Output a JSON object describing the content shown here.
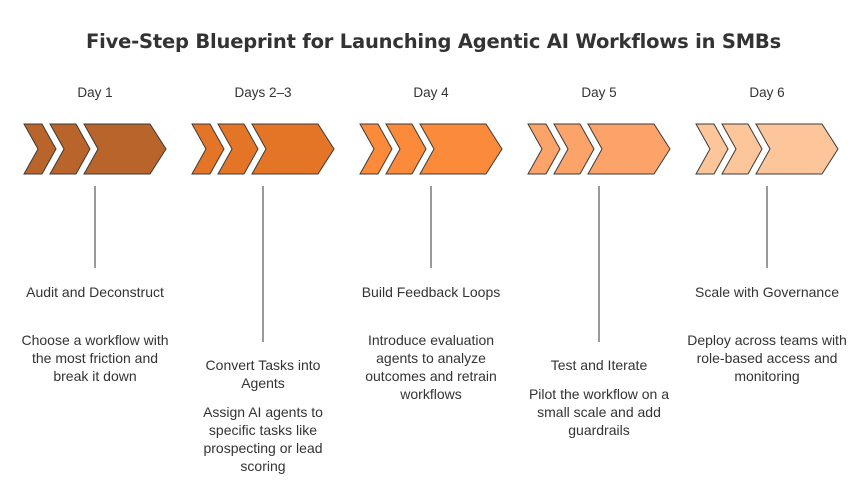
{
  "title": "Five-Step Blueprint for Launching Agentic AI Workflows in SMBs",
  "steps": [
    {
      "day": "Day 1",
      "title": "Audit and Deconstruct",
      "description": "Choose a workflow with the most friction and break it down",
      "color": "#b8642a"
    },
    {
      "day": "Days 2–3",
      "title": "Convert Tasks into Agents",
      "description": "Assign AI agents to specific tasks like prospecting or lead scoring",
      "color": "#e57526"
    },
    {
      "day": "Day 4",
      "title": "Build Feedback Loops",
      "description": "Introduce evaluation agents to analyze outcomes and retrain workflows",
      "color": "#fb8b3a"
    },
    {
      "day": "Day 5",
      "title": "Test and Iterate",
      "description": "Pilot the workflow on a small scale and add guardrails",
      "color": "#fca36a"
    },
    {
      "day": "Day 6",
      "title": "Scale with Governance",
      "description": "Deploy across teams with role-based access and monitoring",
      "color": "#fdc59a"
    }
  ]
}
